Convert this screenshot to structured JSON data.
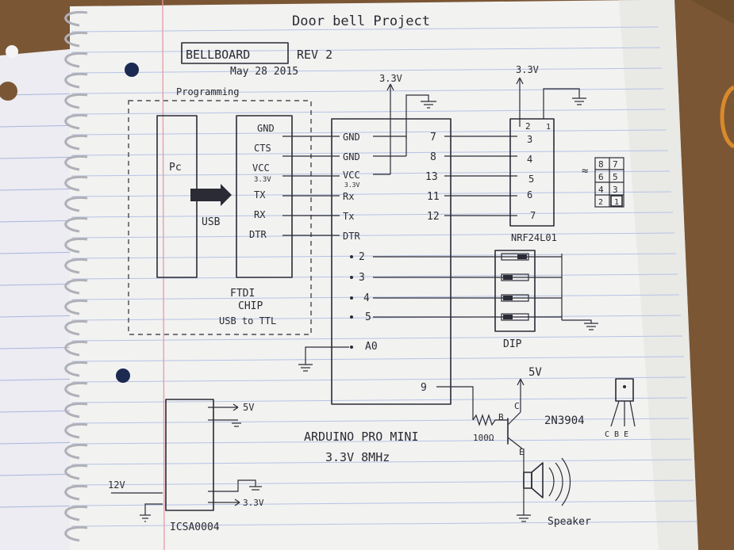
{
  "title": "Door bell Project",
  "board": {
    "name": "BELLBOARD",
    "rev": "REV 2",
    "date": "May 28 2015"
  },
  "programming": {
    "label": "Programming",
    "pc": "Pc",
    "usb": "USB",
    "ftdi": {
      "line1": "FTDI",
      "line2": "CHIP",
      "line3": "USB to TTL"
    },
    "ftdi_pins": [
      "GND",
      "CTS",
      "VCC",
      "3.3V",
      "TX",
      "RX",
      "DTR"
    ]
  },
  "arduino": {
    "left_pins": [
      "GND",
      "GND",
      "VCC",
      "3.3V",
      "Rx",
      "Tx",
      "DTR",
      "2",
      "3",
      "4",
      "5",
      "A0"
    ],
    "right_pins": [
      "7",
      "8",
      "13",
      "11",
      "12",
      "9"
    ],
    "name": "ARDUINO PRO MINI",
    "spec": "3.3V 8MHz"
  },
  "power": {
    "v33": "3.3V",
    "v33_top": "3.3V",
    "v5": "5V"
  },
  "nrf": {
    "label": "NRF24L01",
    "pins": [
      "2",
      "1",
      "3",
      "4",
      "5",
      "6",
      "7"
    ],
    "approx": "≈",
    "grid": [
      "8",
      "7",
      "6",
      "5",
      "4",
      "3",
      "2",
      "1"
    ]
  },
  "dip": {
    "label": "DIP"
  },
  "transistor": {
    "part": "2N3904",
    "b": "B",
    "c": "C",
    "e": "E",
    "cbe": "C B E",
    "resistor": "100Ω"
  },
  "regulator": {
    "label": "ICSA0004",
    "in": "12V",
    "out5": "5V",
    "out33": "3.3V"
  },
  "speaker": {
    "label": "Speaker"
  }
}
